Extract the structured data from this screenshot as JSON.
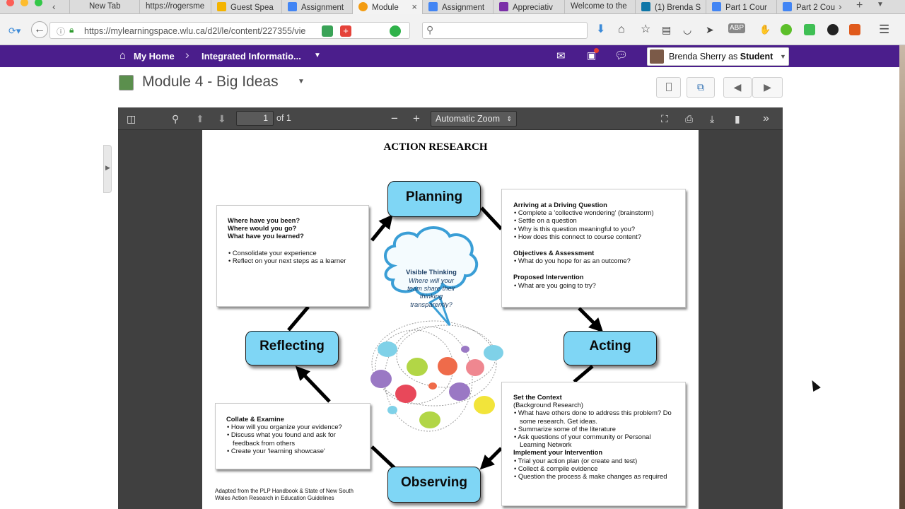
{
  "browser": {
    "tabs": [
      {
        "label": "New Tab",
        "icon": "blank-tab-icon",
        "color": "#dcdcdc"
      },
      {
        "label": "https://rogersme",
        "icon": "blank-tab-icon",
        "color": "#dcdcdc"
      },
      {
        "label": "Guest Spea",
        "icon": "google-drive-icon",
        "color": "#f4b400"
      },
      {
        "label": "Assignment",
        "icon": "google-docs-icon",
        "color": "#4285f4"
      },
      {
        "label": "Module",
        "icon": "d2l-icon",
        "color": "#f39c12"
      },
      {
        "label": "Assignment",
        "icon": "google-docs-icon",
        "color": "#4285f4"
      },
      {
        "label": "Appreciativ",
        "icon": "onenote-icon",
        "color": "#7b2fa8"
      },
      {
        "label": "Welcome to the",
        "icon": "blank-tab-icon",
        "color": "#dcdcdc"
      },
      {
        "label": "(1) Brenda S",
        "icon": "linkedin-icon",
        "color": "#0e76a8"
      },
      {
        "label": "Part 1 Cour",
        "icon": "google-docs-icon",
        "color": "#4285f4"
      },
      {
        "label": "Part 2 Cou",
        "icon": "google-docs-icon",
        "color": "#4285f4"
      }
    ],
    "url": "https://mylearningspace.wlu.ca/d2l/le/content/227355/vie",
    "search_placeholder": ""
  },
  "d2l": {
    "my_home": "My Home",
    "course": "Integrated Informatio...",
    "user": "Brenda Sherry as ",
    "role": "Student",
    "brand_color": "#4b1e8c"
  },
  "page": {
    "module_title": "Module 4 - Big Ideas"
  },
  "viewer": {
    "page_number": "1",
    "page_total": "of 1",
    "zoom": "Automatic Zoom"
  },
  "diagram": {
    "title": "ACTION RESEARCH",
    "stages": {
      "planning": "Planning",
      "acting": "Acting",
      "observing": "Observing",
      "reflecting": "Reflecting"
    },
    "cloud_title": "Visible Thinking",
    "cloud_text": "Where will your team share their thinking transparently?",
    "reflect_box": {
      "q1": "Where have you been?",
      "q2": "Where would you go?",
      "q3": "What have you learned?",
      "b1": "Consolidate your experience",
      "b2": "Reflect on your next steps as a learner"
    },
    "plan_box": {
      "h1": "Arriving at a Driving Question",
      "b1": "Complete a 'collective wondering' (brainstorm)",
      "b2": "Settle on a question",
      "b3": "Why is this question meaningful to you?",
      "b4": "How does this connect to course content?",
      "h2": "Objectives & Assessment",
      "b5": "What do you hope for as an outcome?",
      "h3": "Proposed Intervention",
      "b6": "What are you going to try?"
    },
    "observe_box": {
      "h1": "Collate & Examine",
      "b1": "How will you organize your evidence?",
      "b2": "Discuss what you found and ask for feedback from others",
      "b3": "Create your 'learning showcase'"
    },
    "act_box": {
      "h1": "Set the Context",
      "sub": "(Background Research)",
      "b1": "What have others done to address this problem? Do some research. Get ideas.",
      "b2": "Summarize some of the literature",
      "b3": "Ask questions of your community or Personal Learning Network",
      "h2": "Implement your Intervention",
      "b4": "Trial your action plan (or create and test)",
      "b5": "Collect & compile evidence",
      "b6": "Question the process & make changes as required"
    },
    "footnote": "Adapted from the PLP Handbook & State of New South Wales Action Research in Education Guidelines"
  }
}
